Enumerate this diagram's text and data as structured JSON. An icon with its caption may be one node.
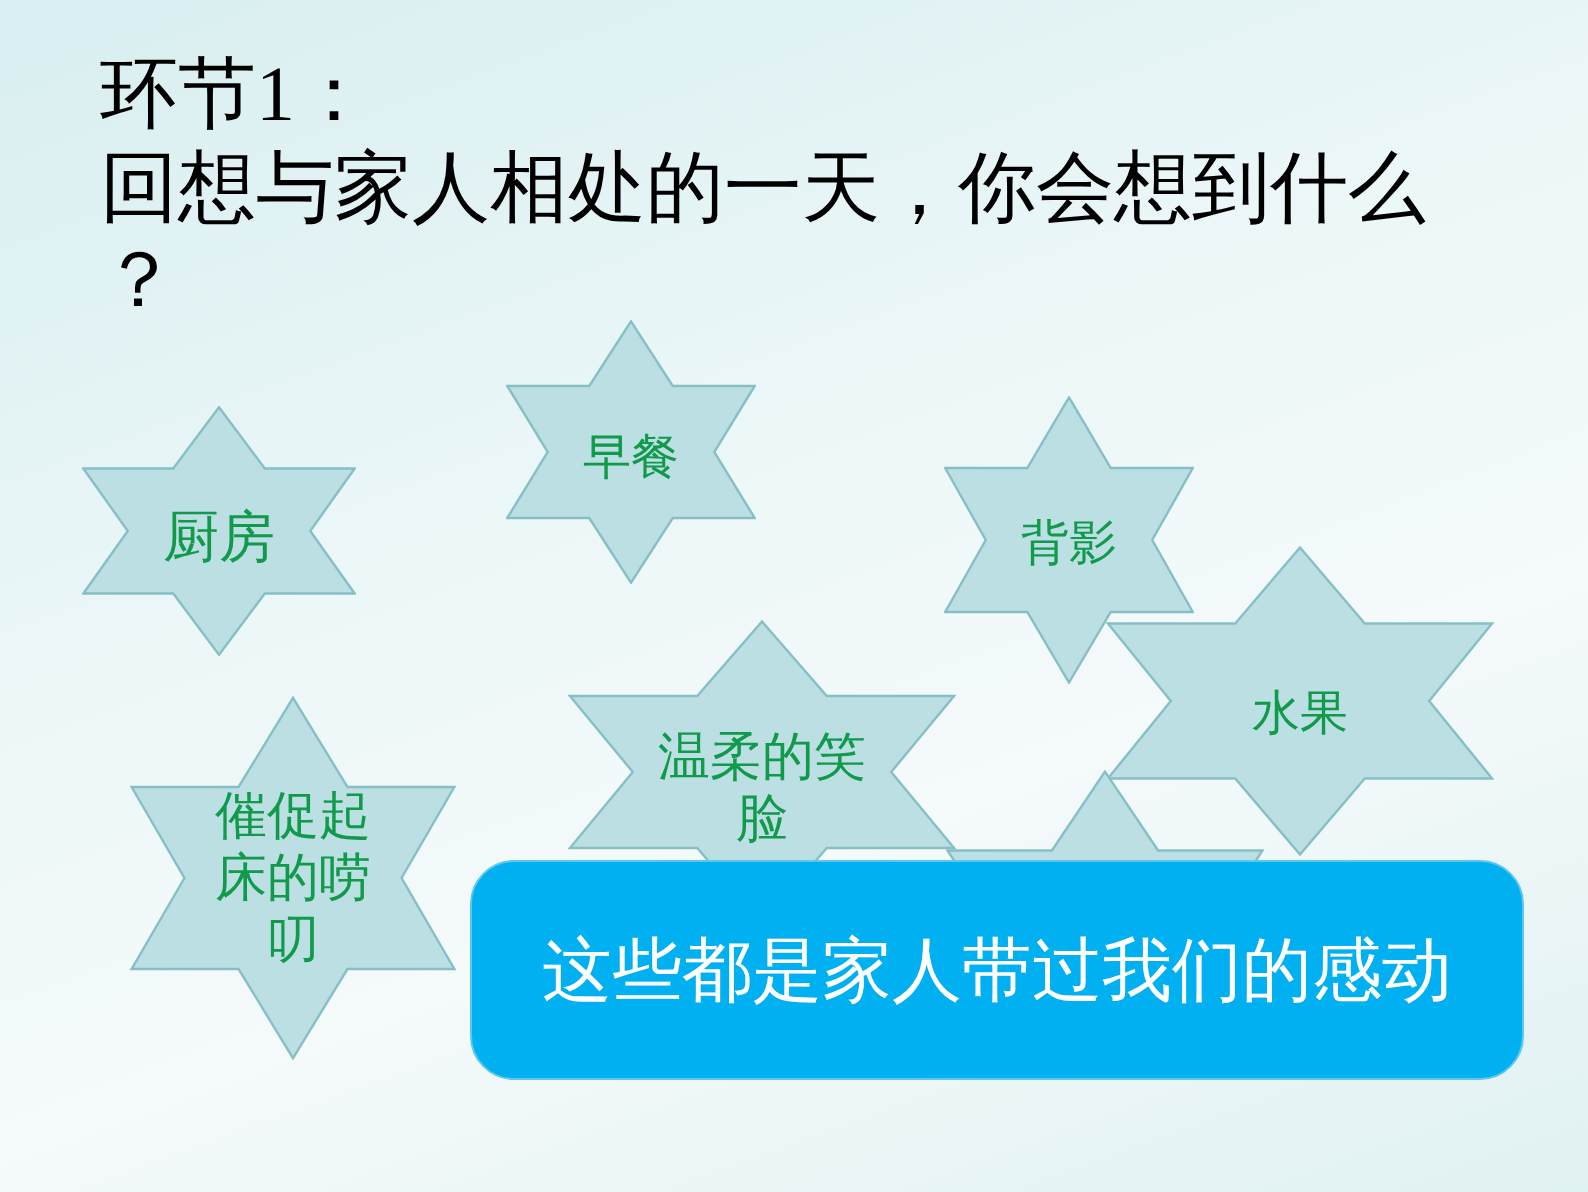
{
  "diagram": {
    "title": "环节1：",
    "nodes": [
      {
        "text": [
          "早餐"
        ]
      },
      {
        "text": [
          "厨房"
        ]
      },
      {
        "text": [
          "背影"
        ]
      },
      {
        "text": [
          "水果"
        ]
      },
      {
        "text": [
          "温柔的笑脸"
        ]
      },
      {
        "text": [
          "催促起床的唠叨"
        ]
      },
      {
        "text": [],
        "shape": "star"
      },
      {
        "text": [
          "这些都是家人带过我们的感动"
        ]
      }
    ],
    "labels": [
      "回想与家人相处的一天，你会想到什么？"
    ]
  }
}
